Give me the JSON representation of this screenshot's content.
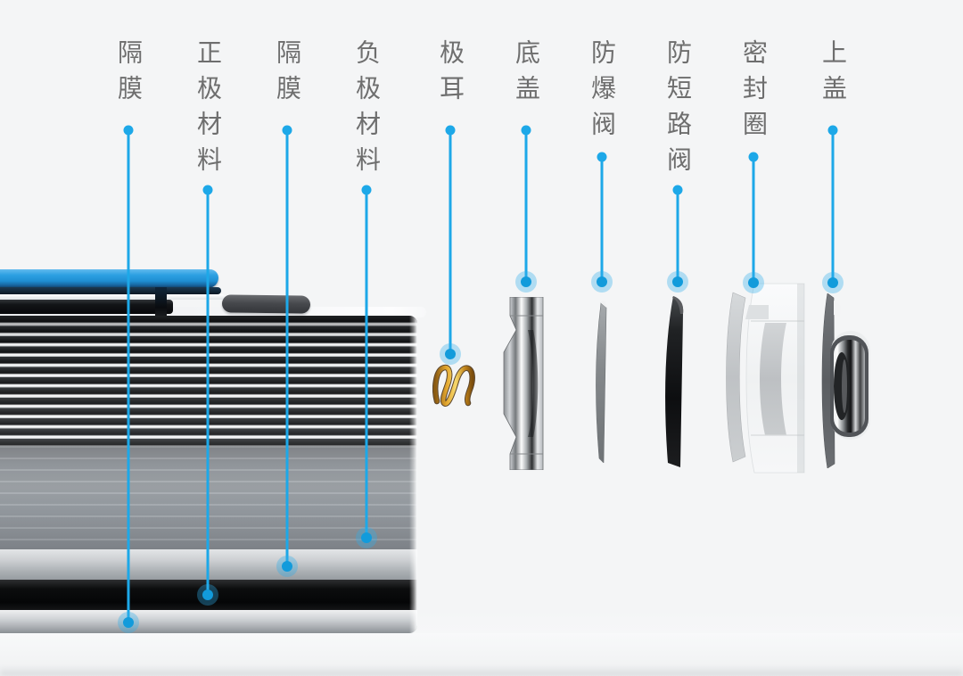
{
  "colors": {
    "background": "#f4f5f6",
    "accent_blue": "#1da8e8",
    "label_gray": "#6e6e6e",
    "cathode_sheet_blue": "#2d9fe0",
    "spring_gold": "#e2a62e"
  },
  "callouts": [
    {
      "label": "隔膜",
      "component": "separator-1"
    },
    {
      "label": "正极材料",
      "component": "cathode-material"
    },
    {
      "label": "隔膜",
      "component": "separator-2"
    },
    {
      "label": "负极材料",
      "component": "anode-material"
    },
    {
      "label": "极耳",
      "component": "electrode-tab"
    },
    {
      "label": "底盖",
      "component": "bottom-cover"
    },
    {
      "label": "防爆阀",
      "component": "explosion-proof-valve"
    },
    {
      "label": "防短路阀",
      "component": "anti-short-circuit-valve"
    },
    {
      "label": "密封圈",
      "component": "sealing-ring"
    },
    {
      "label": "上盖",
      "component": "top-cover"
    }
  ]
}
